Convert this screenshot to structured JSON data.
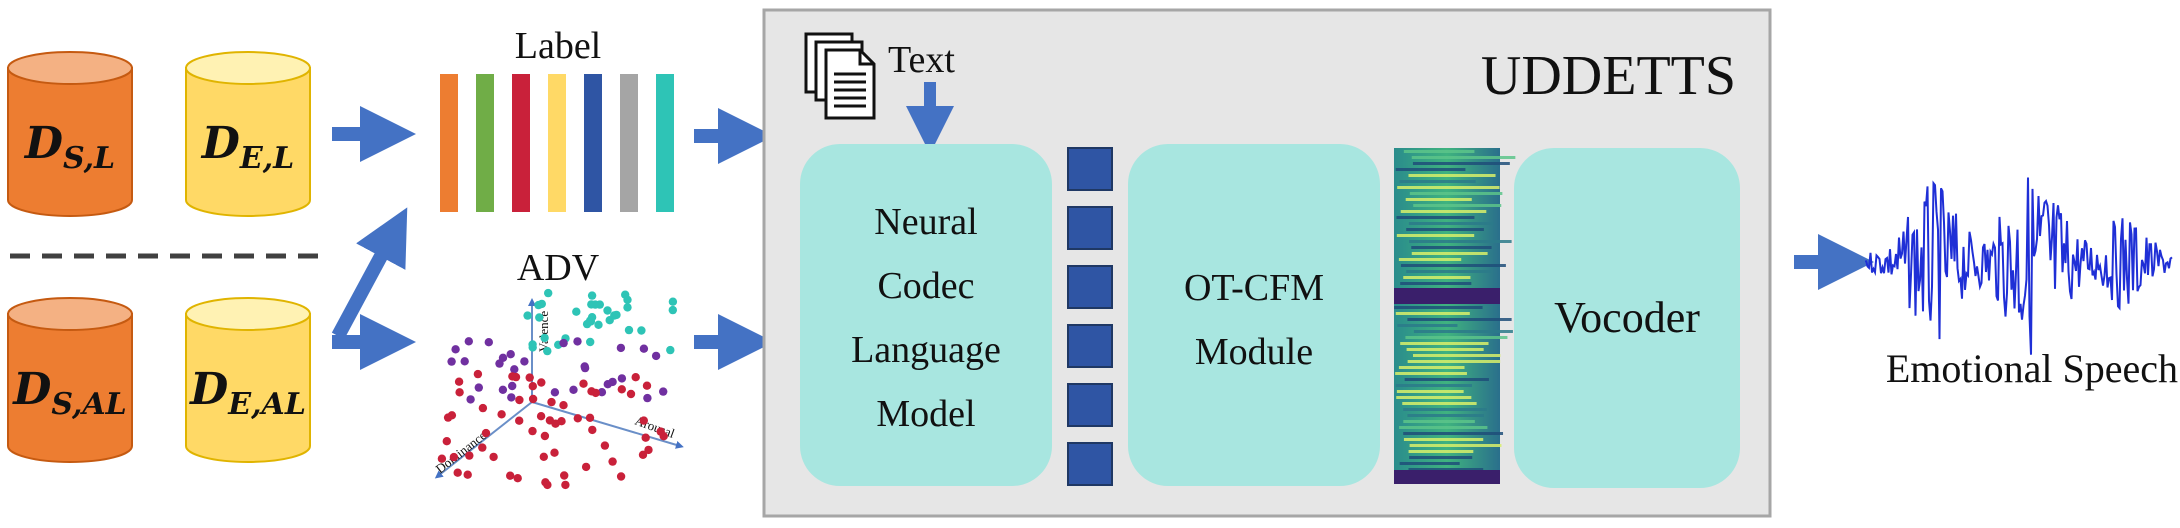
{
  "datasets": {
    "ds_l": {
      "main": "D",
      "sub": "S,L"
    },
    "de_l": {
      "main": "D",
      "sub": "E,L"
    },
    "ds_al": {
      "main": "D",
      "sub": "S,AL"
    },
    "de_al": {
      "main": "D",
      "sub": "E,AL"
    }
  },
  "label_block": {
    "title": "Label",
    "bar_colors": [
      "#ed7d31",
      "#70ad47",
      "#c9213a",
      "#ffd966",
      "#2f55a4",
      "#a5a5a5",
      "#2ec4b6"
    ]
  },
  "adv_block": {
    "title": "ADV",
    "axes": {
      "valence": "Valence",
      "dominance": "Dominance",
      "arousal": "Arousal"
    },
    "cluster_colors": {
      "high": "#2ec4b6",
      "mid": "#7030a0",
      "low": "#c9213a"
    }
  },
  "system": {
    "title": "UDDETTS",
    "text_input": "Text",
    "modules": {
      "nclm": [
        "Neural",
        "Codec",
        "Language",
        "Model"
      ],
      "otcfm": [
        "OT-CFM",
        "Module"
      ],
      "vocoder": "Vocoder"
    },
    "token_count": 6,
    "colors": {
      "panel": "#e6e6e6",
      "module": "#a8e6e0",
      "token": "#2f55a4",
      "arrow": "#4472c4"
    }
  },
  "output": {
    "label": "Emotional Speech",
    "waveform_color": "#1f2fd6"
  }
}
